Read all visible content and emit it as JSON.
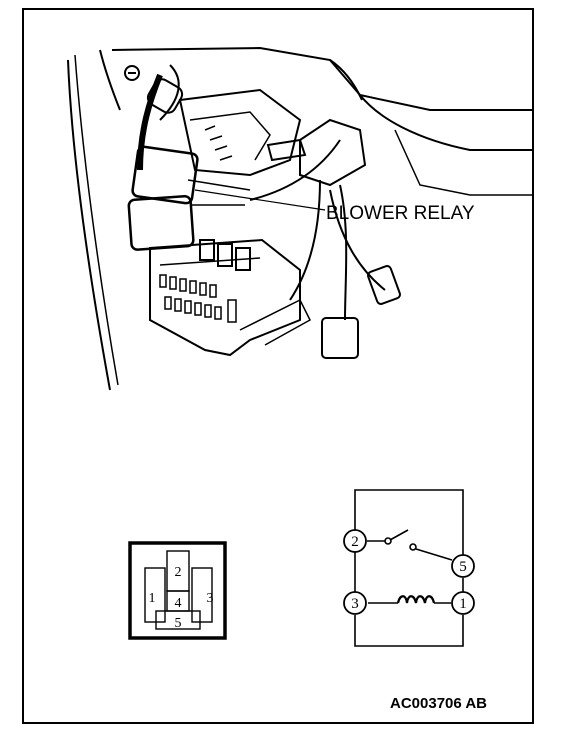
{
  "labels": {
    "component": "BLOWER RELAY",
    "figure_id": "AC003706 AB"
  },
  "connector_pins": {
    "top": "2",
    "left": "1",
    "center": "4",
    "right": "3",
    "bottom": "5"
  },
  "circuit_nodes": {
    "switch_in": "2",
    "switch_out": "5",
    "coil_left": "3",
    "coil_right": "1"
  }
}
